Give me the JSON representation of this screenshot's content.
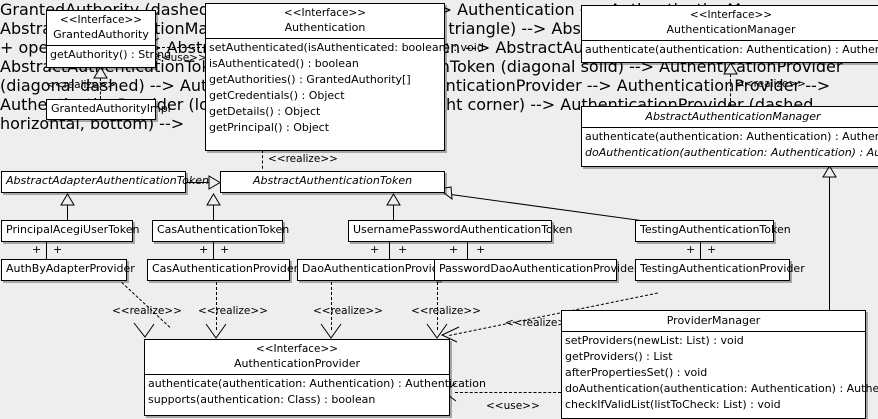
{
  "diagram": {
    "kind": "uml-class-diagram",
    "background_color": "#eeeeee",
    "box_fill": "#ffffff",
    "line_color": "#000000",
    "stereotype_interface": "<<Interface>>",
    "label_realize": "<<realize>>",
    "label_use": "<<use>>",
    "multiplicity_marker": "+"
  },
  "classes": {
    "granted_authority": {
      "stereotype": "<<Interface>>",
      "name": "GrantedAuthority",
      "members": [
        "getAuthority() : String"
      ]
    },
    "granted_authority_impl": {
      "name": "GrantedAuthorityImpl",
      "members": []
    },
    "authentication": {
      "stereotype": "<<Interface>>",
      "name": "Authentication",
      "members": [
        "setAuthenticated(isAuthenticated: boolean) : void",
        "isAuthenticated() : boolean",
        "getAuthorities() : GrantedAuthority[]",
        "getCredentials() : Object",
        "getDetails() : Object",
        "getPrincipal() : Object"
      ]
    },
    "authentication_manager": {
      "stereotype": "<<Interface>>",
      "name": "AuthenticationManager",
      "members": [
        "authenticate(authentication: Authentication) : Authentication"
      ]
    },
    "abstract_authentication_manager": {
      "name": "AbstractAuthenticationManager",
      "members": [
        "authenticate(authentication: Authentication) : Authentication",
        "doAuthentication(authentication: Authentication) : Authentication"
      ]
    },
    "abstract_adapter_authentication_token": {
      "name": "AbstractAdapterAuthenticationToken",
      "members": []
    },
    "abstract_authentication_token": {
      "name": "AbstractAuthenticationToken",
      "members": []
    },
    "principal_acegi_user_token": {
      "name": "PrincipalAcegiUserToken",
      "members": []
    },
    "cas_authentication_token": {
      "name": "CasAuthenticationToken",
      "members": []
    },
    "username_password_authentication_token": {
      "name": "UsernamePasswordAuthenticationToken",
      "members": []
    },
    "testing_authentication_token": {
      "name": "TestingAuthenticationToken",
      "members": []
    },
    "auth_by_adapter_provider": {
      "name": "AuthByAdapterProvider",
      "members": []
    },
    "cas_authentication_provider": {
      "name": "CasAuthenticationProvider",
      "members": []
    },
    "dao_authentication_provider": {
      "name": "DaoAuthenticationProvider",
      "members": []
    },
    "password_dao_authentication_provider": {
      "name": "PasswordDaoAuthenticationProvider",
      "members": []
    },
    "testing_authentication_provider": {
      "name": "TestingAuthenticationProvider",
      "members": []
    },
    "authentication_provider": {
      "stereotype": "<<Interface>>",
      "name": "AuthenticationProvider",
      "members": [
        "authenticate(authentication: Authentication) : Authentication",
        "supports(authentication: Class) : boolean"
      ]
    },
    "provider_manager": {
      "name": "ProviderManager",
      "members": [
        "setProviders(newList: List) : void",
        "getProviders() : List",
        "afterPropertiesSet() : void",
        "doAuthentication(authentication: Authentication) : Authentication",
        "checkIfValidList(listToCheck: List) : void"
      ]
    }
  },
  "connector_labels": {
    "use_granted_authority": "<<use>>",
    "realize_granted_authority_impl": "<<realize>>",
    "realize_abstract_authentication_token": "<<realize>>",
    "realize_abstract_authentication_manager": "<<realize>>",
    "realize_auth_by_adapter": "<<realize>>",
    "realize_cas_provider": "<<realize>>",
    "realize_dao_provider": "<<realize>>",
    "realize_password_dao_provider": "<<realize>>",
    "realize_provider_manager": "<<realize>>",
    "use_provider_manager": "<<use>>"
  },
  "multiplicities": {
    "m1": "+",
    "m2": "+",
    "m3": "+",
    "m4": "+",
    "m5": "+",
    "m6": "+",
    "m7": "+",
    "m8": "+",
    "m9": "+",
    "m10": "+"
  }
}
